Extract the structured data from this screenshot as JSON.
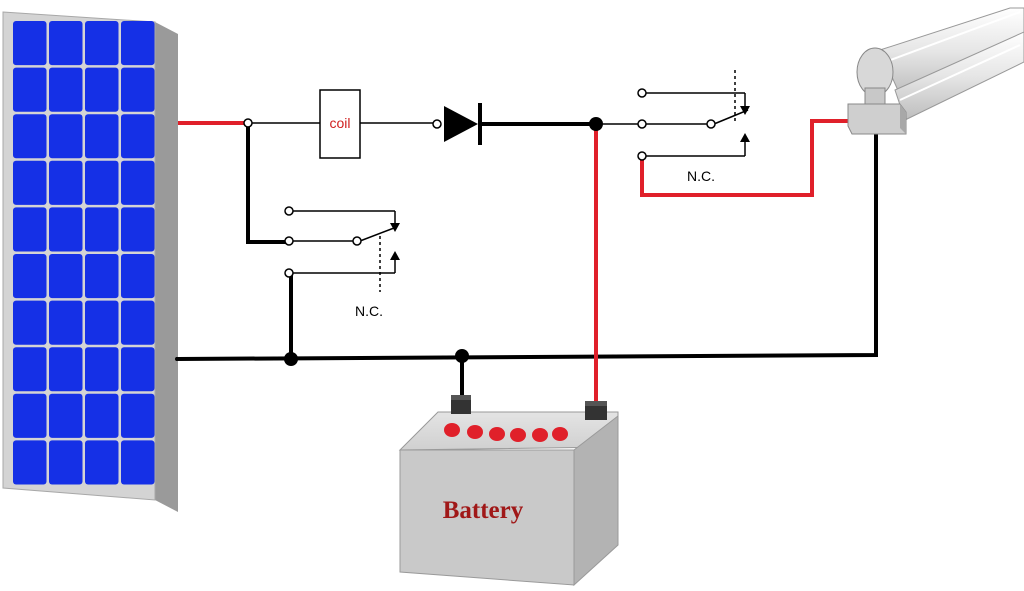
{
  "labels": {
    "coil": "coil",
    "nc_left": "N.C.",
    "nc_right": "N.C.",
    "battery": "Battery"
  },
  "colors": {
    "positive_wire": "#e0202a",
    "negative_wire": "#000000",
    "panel_cell": "#1530e6",
    "panel_frame": "#c8c8c8",
    "battery_body": "#c9c9c9",
    "battery_label": "#a01818",
    "coil_label": "#d02020"
  },
  "components": {
    "solar_panel_icon": "solar-panel",
    "battery_icon": "battery",
    "lamp_icon": "fluorescent-tube-lamp",
    "diode_icon": "diode",
    "relay_coil_icon": "relay-coil"
  }
}
